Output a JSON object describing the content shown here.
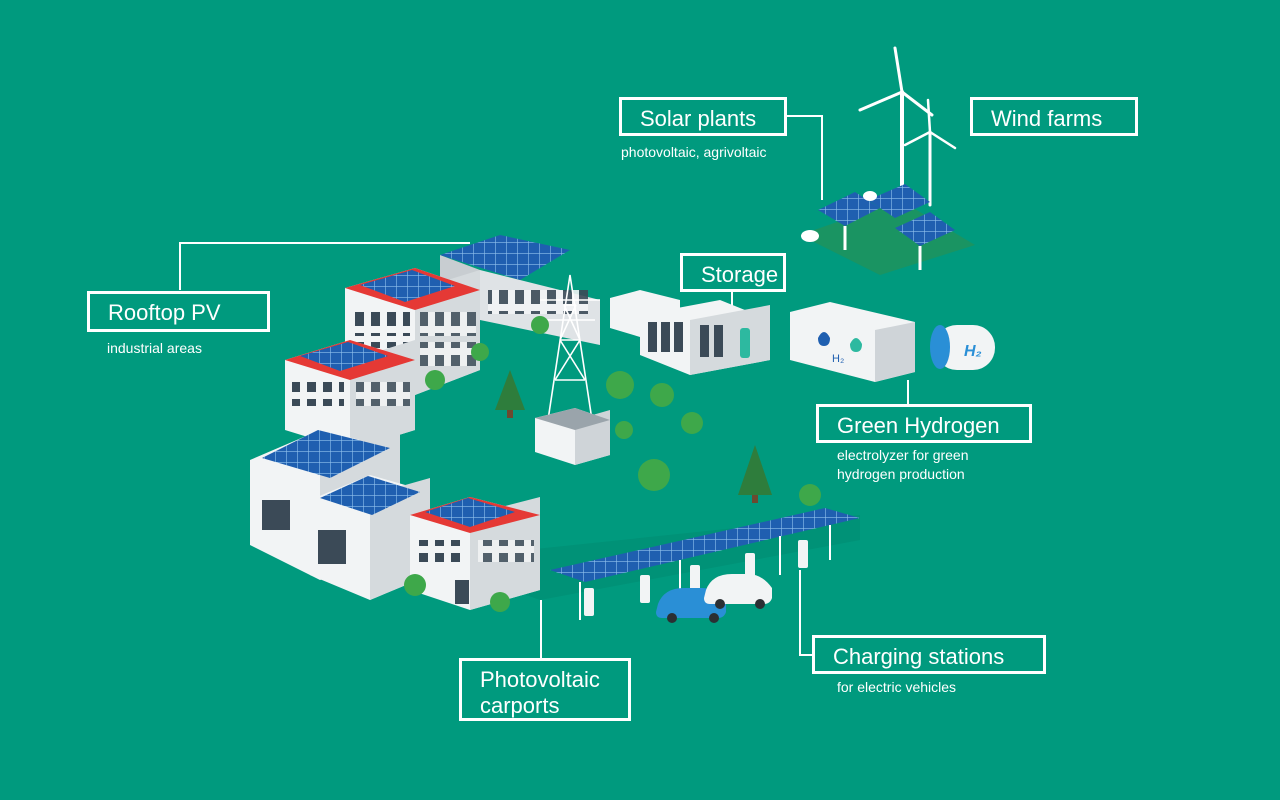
{
  "labels": {
    "solar_plants": {
      "title": "Solar plants",
      "sub": "photovoltaic, agrivoltaic"
    },
    "wind_farms": {
      "title": "Wind farms"
    },
    "rooftop_pv": {
      "title": "Rooftop PV",
      "sub": "industrial areas"
    },
    "storage": {
      "title": "Storage"
    },
    "green_hydrogen": {
      "title": "Green Hydrogen",
      "sub_line1": "electrolyzer for green",
      "sub_line2": "hydrogen production"
    },
    "charging_stations": {
      "title": "Charging stations",
      "sub": "for electric vehicles"
    },
    "pv_carports": {
      "title_line1": "Photovoltaic",
      "title_line2": "carports"
    }
  },
  "badges": {
    "h2": "H₂"
  },
  "colors": {
    "background": "#009a7e",
    "panel": "#1f5fb0",
    "roof": "#e53935",
    "building": "#f2f4f5",
    "tree": "#3ea84a",
    "car_blue": "#2a8fd6"
  }
}
